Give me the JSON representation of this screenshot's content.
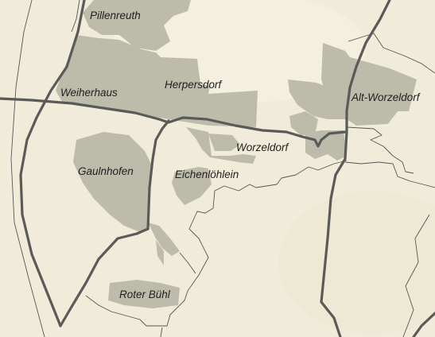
{
  "colors": {
    "background": "#f1ecd9",
    "built_up_area": "#bdbcaa",
    "main_road": "#5a5a58",
    "boundary": "#555555",
    "label_text": "#1f1f1f"
  },
  "places": [
    {
      "key": "pillenreuth",
      "name": "Pillenreuth"
    },
    {
      "key": "weiherhaus",
      "name": "Weiherhaus"
    },
    {
      "key": "herpersdorf",
      "name": "Herpersdorf"
    },
    {
      "key": "alt-worzeldorf",
      "name": "Alt-Worzeldorf"
    },
    {
      "key": "worzeldorf",
      "name": "Worzeldorf"
    },
    {
      "key": "gaulnhofen",
      "name": "Gaulnhofen"
    },
    {
      "key": "eichenlohlein",
      "name": "Eichenlöhlein"
    },
    {
      "key": "roter-buehl",
      "name": "Roter Bühl"
    }
  ]
}
